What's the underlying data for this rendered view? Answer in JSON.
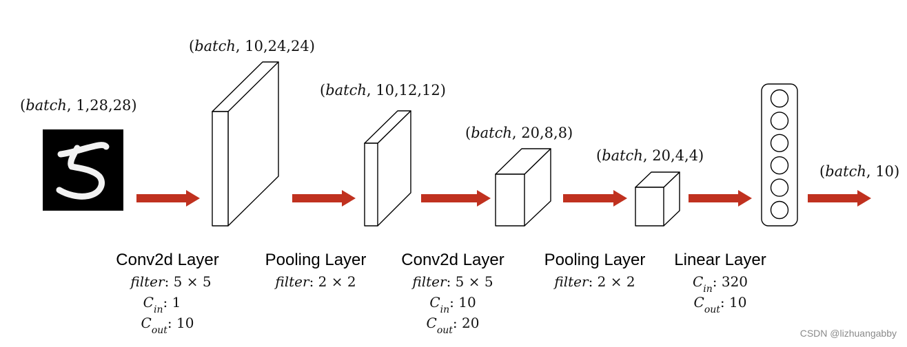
{
  "colors": {
    "arrow": "#c0311f",
    "stroke": "#000000",
    "image_bg": "#000000"
  },
  "input_image": {
    "name": "mnist-digit-5",
    "digit": "5"
  },
  "tensors": [
    {
      "var": "batch",
      "rest": ", 1,28,28)"
    },
    {
      "var": "batch",
      "rest": ", 10,24,24)"
    },
    {
      "var": "batch",
      "rest": ", 10,12,12)"
    },
    {
      "var": "batch",
      "rest": ", 20,8,8)"
    },
    {
      "var": "batch",
      "rest": ", 20,4,4)"
    },
    {
      "var": "batch",
      "rest": ", 10)"
    }
  ],
  "layers": [
    {
      "name": "Conv2d Layer",
      "params": [
        {
          "sym": "filter",
          "sub": "",
          "rest": ":  5 × 5"
        },
        {
          "sym": "C",
          "sub": "in",
          "rest": ": 1"
        },
        {
          "sym": "C",
          "sub": "out",
          "rest": ": 10"
        }
      ]
    },
    {
      "name": "Pooling Layer",
      "params": [
        {
          "sym": "filter",
          "sub": "",
          "rest": ": 2 × 2"
        }
      ]
    },
    {
      "name": "Conv2d Layer",
      "params": [
        {
          "sym": "filter",
          "sub": "",
          "rest": ":  5 × 5"
        },
        {
          "sym": "C",
          "sub": "in",
          "rest": ": 10"
        },
        {
          "sym": "C",
          "sub": "out",
          "rest": ": 20"
        }
      ]
    },
    {
      "name": "Pooling Layer",
      "params": [
        {
          "sym": "filter",
          "sub": "",
          "rest": ": 2 × 2"
        }
      ]
    },
    {
      "name": "Linear Layer",
      "params": [
        {
          "sym": "C",
          "sub": "in",
          "rest": ": 320"
        },
        {
          "sym": "C",
          "sub": "out",
          "rest": ": 10"
        }
      ]
    }
  ],
  "output_neurons": 6,
  "watermark": "CSDN @lizhuangabby"
}
